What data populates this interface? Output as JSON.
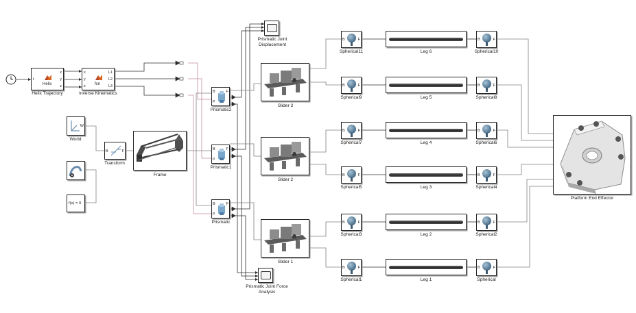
{
  "blocks": {
    "helix_trajectory": "Helix Trajectory",
    "helix_inner": "Helix",
    "helix_port_t": "t",
    "helix_ports_out": [
      "x",
      "y",
      "z"
    ],
    "inverse_kinematics": "Inverse Kinematics",
    "ik_inner": "fcn",
    "ik_ports_in": [
      "x",
      "y",
      "z"
    ],
    "ik_ports_out": [
      "L1",
      "L2",
      "L3"
    ],
    "world": "World",
    "world_port": "W",
    "transform": "Transform",
    "transform_ports": [
      "B",
      "F"
    ],
    "frame": "Frame",
    "solver": "f(x) = 0",
    "prismatic_2": "Prismatic2",
    "prismatic_1": "Prismatic1",
    "prismatic": "Prismatic",
    "prismatic_ports": [
      "B",
      "p",
      "F"
    ],
    "scope_top": "Prismatic Joint Displacement",
    "scope_bottom": "Prismatic Joint Force Analysis",
    "slider_3": "Slider 3",
    "slider_2": "Slider 2",
    "slider_1": "Slider 1",
    "platform": "Platform End Effector",
    "sph_ports": [
      "B",
      "F"
    ],
    "spherical_left": [
      "Spherical11",
      "Spherical9",
      "Spherical7",
      "Spherical5",
      "Spherical3",
      "Spherical1"
    ],
    "legs": [
      "Leg 6",
      "Leg 5",
      "Leg 4",
      "Leg 3",
      "Leg 2",
      "Leg 1"
    ],
    "spherical_right": [
      "Spherical10",
      "Spherical8",
      "Spherical6",
      "Spherical4",
      "Spherical2",
      "Spherical"
    ]
  },
  "colors": {
    "block_border": "#262626",
    "line": "#2b2b2b",
    "physical_line": "#808080",
    "signal_line_pink": "#c48b99",
    "matlab_orange": "#d9661f",
    "sph_blue": "#4b6f8b"
  },
  "icons": [
    "clock-icon",
    "matlab-function-icon",
    "world-frame-icon",
    "solver-gear-icon",
    "transform-icon",
    "scope-icon",
    "prismatic-joint-icon",
    "spherical-joint-icon",
    "mechanism-icon",
    "platform-icon"
  ]
}
